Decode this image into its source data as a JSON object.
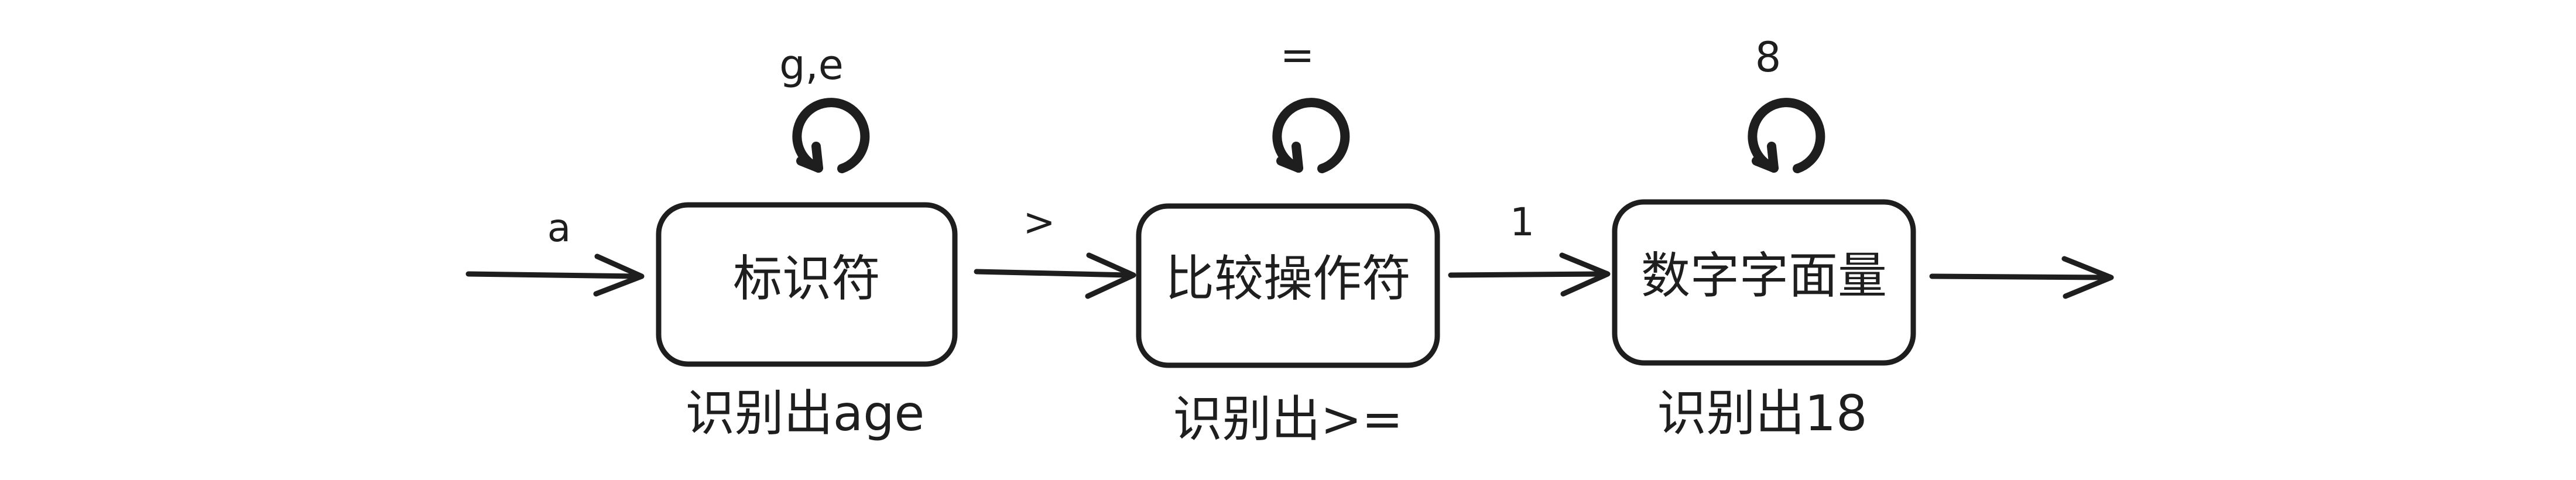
{
  "states": [
    {
      "label": "标识符",
      "self_loop": "g,e",
      "caption": "识别出age"
    },
    {
      "label": "比较操作符",
      "self_loop": "=",
      "caption": "识别出>="
    },
    {
      "label": "数字字面量",
      "self_loop": "8",
      "caption": "识别出18"
    }
  ],
  "transitions": [
    {
      "label": "a"
    },
    {
      "label": ">"
    },
    {
      "label": "1"
    },
    {
      "label": ""
    }
  ],
  "colors": {
    "stroke": "#1e1e1e",
    "background": "#ffffff"
  }
}
